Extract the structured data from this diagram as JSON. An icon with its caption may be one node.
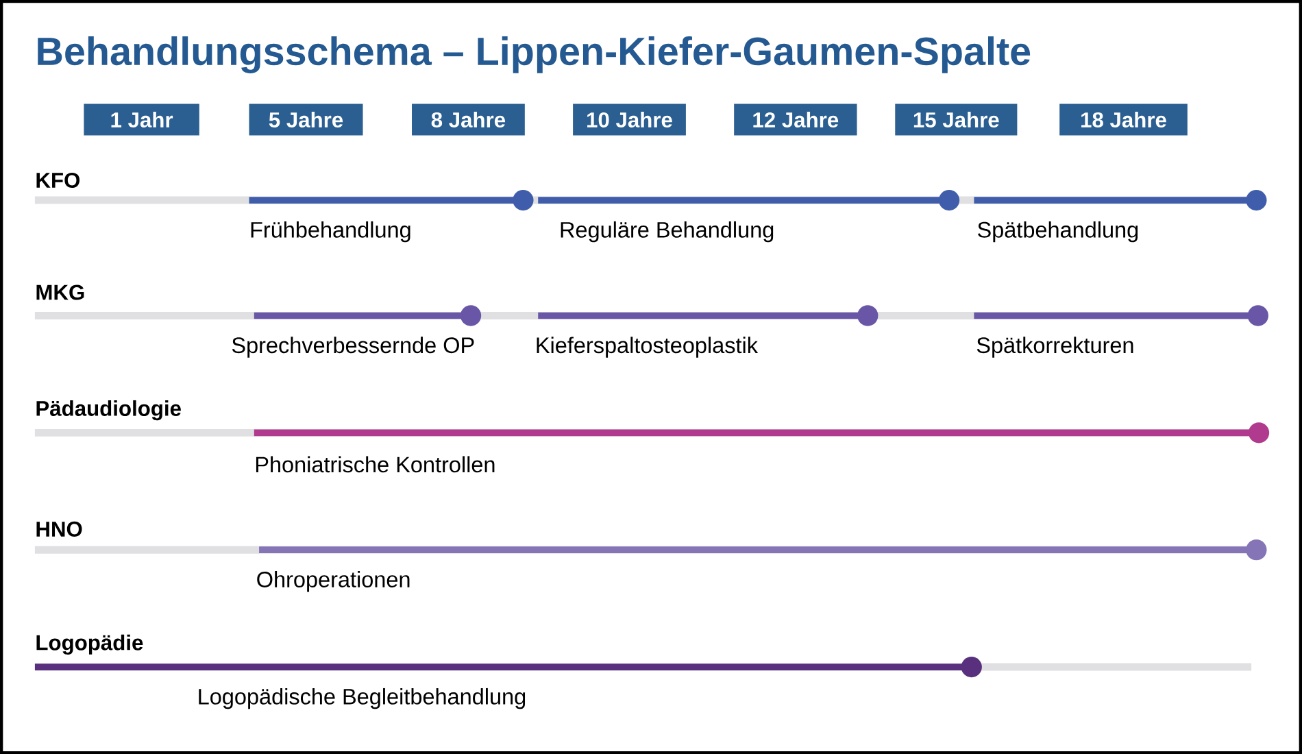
{
  "diagram": {
    "title": "Behandlungsschema – Lippen-Kiefer-Gaumen-Spalte",
    "nodes": [
      {
        "text": [
          "1 Jahr"
        ]
      },
      {
        "text": [
          "5 Jahre"
        ]
      },
      {
        "text": [
          "8 Jahre"
        ]
      },
      {
        "text": [
          "10 Jahre"
        ]
      },
      {
        "text": [
          "12 Jahre"
        ]
      },
      {
        "text": [
          "15 Jahre"
        ]
      },
      {
        "text": [
          "18 Jahre"
        ]
      },
      {
        "text": [
          "KFO"
        ]
      },
      {
        "text": [
          "Frühbehandlung"
        ]
      },
      {
        "text": [
          "Reguläre Behandlung"
        ]
      },
      {
        "text": [
          "Spätbehandlung"
        ]
      },
      {
        "text": [
          "MKG"
        ]
      },
      {
        "text": [
          "Sprechverbessernde OP"
        ]
      },
      {
        "text": [
          "Kieferspaltosteoplastik"
        ]
      },
      {
        "text": [
          "Spätkorrekturen"
        ]
      },
      {
        "text": [
          "Pädaudiologie"
        ]
      },
      {
        "text": [
          "Phoniatrische Kontrollen"
        ]
      },
      {
        "text": [
          "HNO"
        ]
      },
      {
        "text": [
          "Ohroperationen"
        ]
      },
      {
        "text": [
          "Logopädie"
        ]
      },
      {
        "text": [
          "Logopädische Begleitbehandlung"
        ]
      }
    ]
  }
}
